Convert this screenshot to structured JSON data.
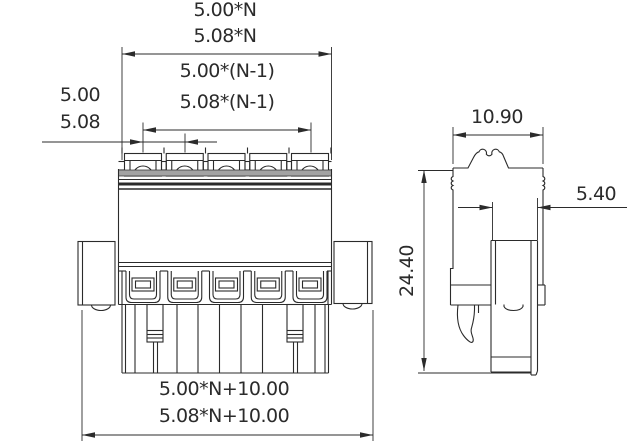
{
  "front_view": {
    "dim_pitch_width_1": "5.00*N",
    "dim_pitch_width_2": "5.08*N",
    "dim_span_1": "5.00*(N-1)",
    "dim_span_2": "5.08*(N-1)",
    "dim_pitch_1": "5.00",
    "dim_pitch_2": "5.08",
    "dim_overall_1": "5.00*N+10.00",
    "dim_overall_2": "5.08*N+10.00"
  },
  "side_view": {
    "dim_width": "10.90",
    "dim_tab": "5.40",
    "dim_height": "24.40"
  },
  "colors": {
    "line": "#2b2b2b",
    "background": "#ffffff",
    "shading": "#a3a3a3"
  }
}
